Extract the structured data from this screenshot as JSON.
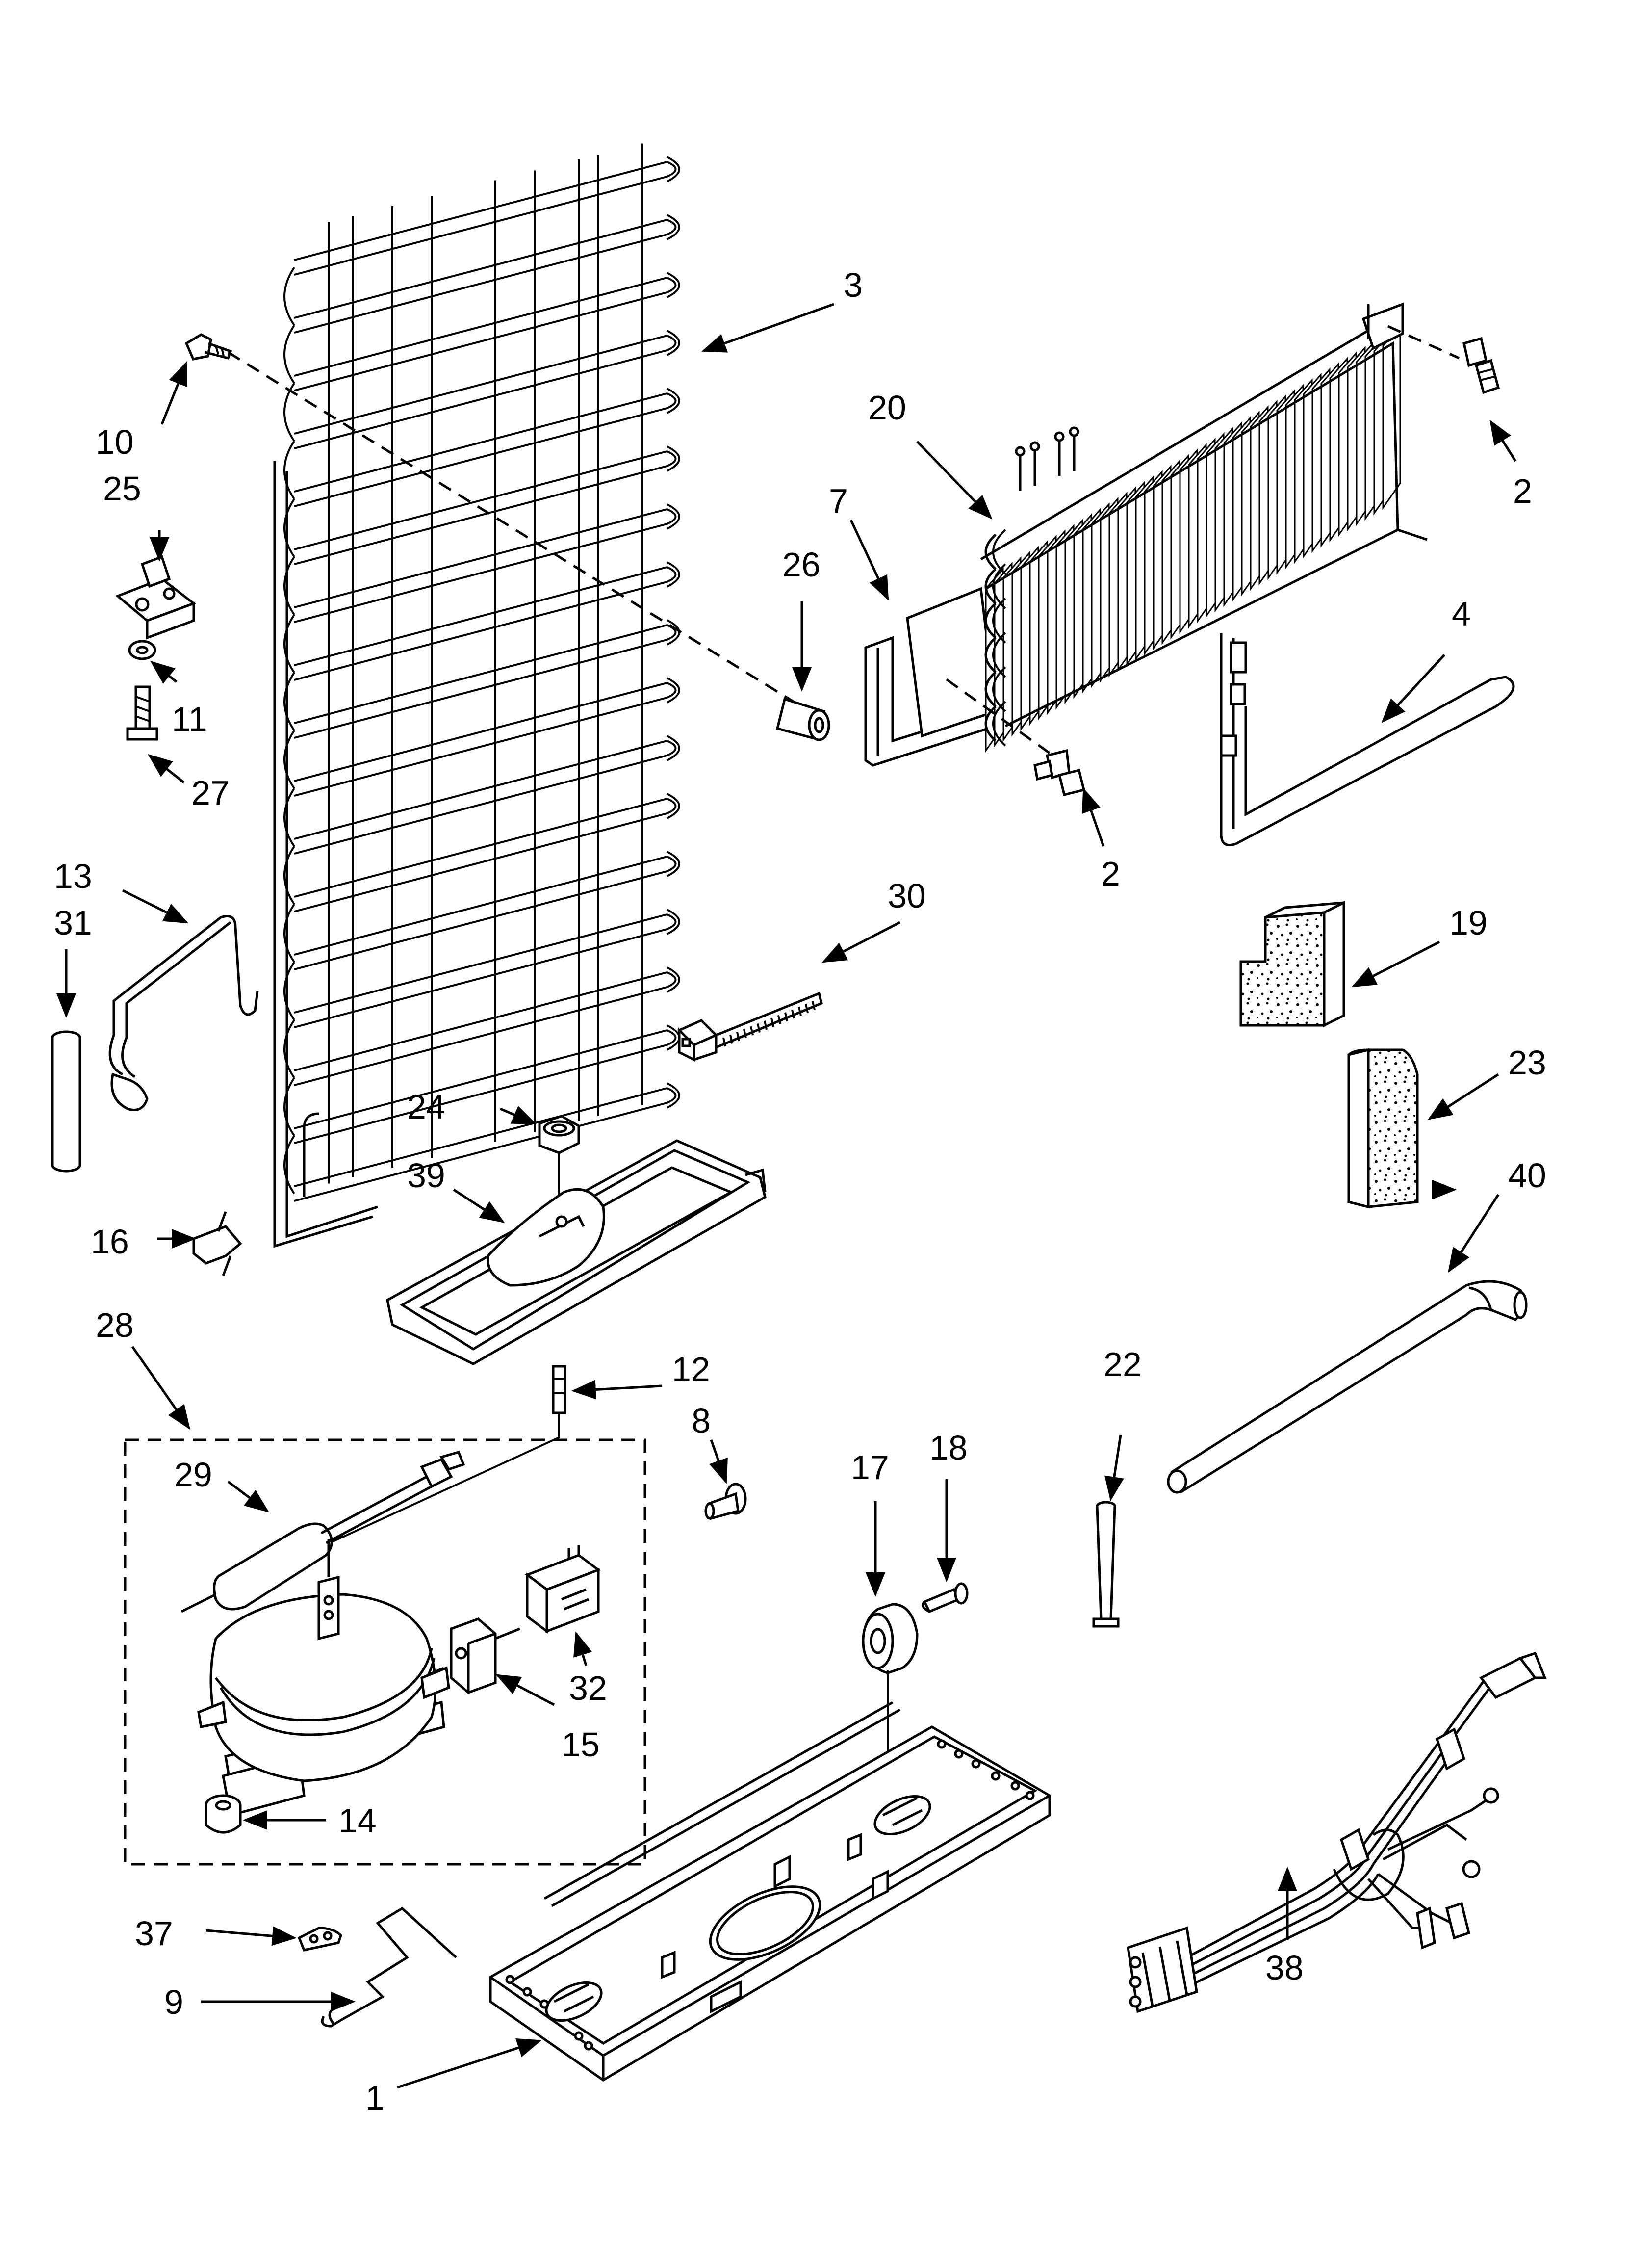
{
  "diagram": {
    "labels": {
      "p1": "1",
      "p2a": "2",
      "p2b": "2",
      "p3": "3",
      "p4": "4",
      "p7": "7",
      "p8": "8",
      "p9": "9",
      "p10": "10",
      "p11": "11",
      "p12": "12",
      "p13": "13",
      "p14": "14",
      "p15": "15",
      "p16": "16",
      "p17": "17",
      "p18": "18",
      "p19": "19",
      "p20": "20",
      "p22": "22",
      "p23": "23",
      "p24": "24",
      "p25": "25",
      "p26": "26",
      "p27": "27",
      "p28": "28",
      "p29": "29",
      "p30": "30",
      "p31": "31",
      "p32": "32",
      "p37": "37",
      "p38": "38",
      "p39": "39",
      "p40": "40"
    }
  }
}
